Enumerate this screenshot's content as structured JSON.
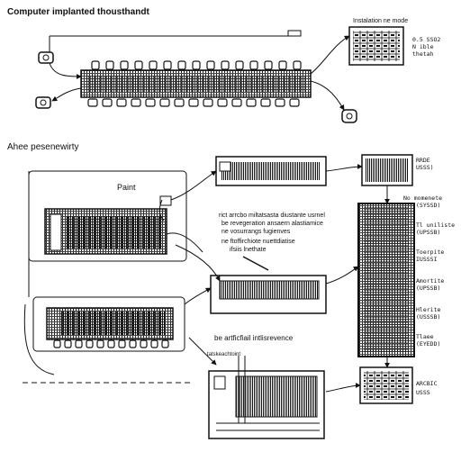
{
  "titles": {
    "top": "Computer implanted thousthandt",
    "middle": "Ahee pesenewirty",
    "paint": "Paint"
  },
  "labels": {
    "top_right_header": "Instalation ne mode",
    "top_right_1": "0.5 SSO2",
    "top_right_2": "N ible",
    "top_right_3": "thetah",
    "r1a": "RRDE",
    "r1b": "USSS)",
    "r2a": "No momenete",
    "r2b": "(SYSSD)",
    "r3a": "Tl uniliste",
    "r3b": "(UPSSB)",
    "r4a": "Toerpite",
    "r4b": "IUSSSI",
    "r5a": "Amortite",
    "r5b": "(UPSSB)",
    "r6a": "Hlerite",
    "r6b": "(USSSB)",
    "r7a": "Tlaee",
    "r7b": "(EYEDD)",
    "r8a": "ARCBIC",
    "r8b": "USSS",
    "note1": "rict arrcbo miltatsasta diustante usrnel",
    "note2": "be revegeration ansaern alastiamice",
    "note3": "ne vosurrangs fugienves",
    "note4": "ne ftoffirchiote nuettdiatise",
    "note5": "ifsiis lnethate",
    "note6": "be artficfiail intlisrevence",
    "note7": "tatskeachtoint"
  }
}
